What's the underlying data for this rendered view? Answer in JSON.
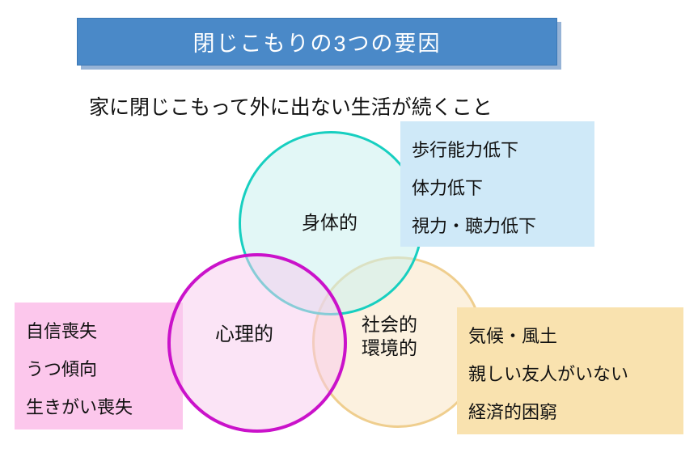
{
  "title": "閉じこもりの3つの要因",
  "subtitle": "家に閉じこもって外に出ない生活が続くこと",
  "venn": {
    "physical": {
      "label": "身体的"
    },
    "psychological": {
      "label": "心理的"
    },
    "social": {
      "label_line1": "社会的",
      "label_line2": "環境的"
    }
  },
  "callouts": {
    "physical": {
      "items": [
        "歩行能力低下",
        "体力低下",
        "視力・聴力低下"
      ]
    },
    "psychological": {
      "items": [
        "自信喪失",
        "うつ傾向",
        "生きがい喪失"
      ]
    },
    "social": {
      "items": [
        "気候・風土",
        "親しい友人がいない",
        "経済的困窮"
      ]
    }
  },
  "colors": {
    "title_bg": "#4a89c8",
    "title_text": "#ffffff",
    "physical_stroke": "#17cfc0",
    "physical_fill": "#dff4f2",
    "psychological_stroke": "#ca12ca",
    "psychological_fill": "#f9d4ef",
    "social_stroke": "#efce8e",
    "social_fill": "#faeccd",
    "callout_physical_bg": "#cfe9f8",
    "callout_psychological_bg": "#fcc7ec",
    "callout_social_bg": "#f9e2af"
  }
}
